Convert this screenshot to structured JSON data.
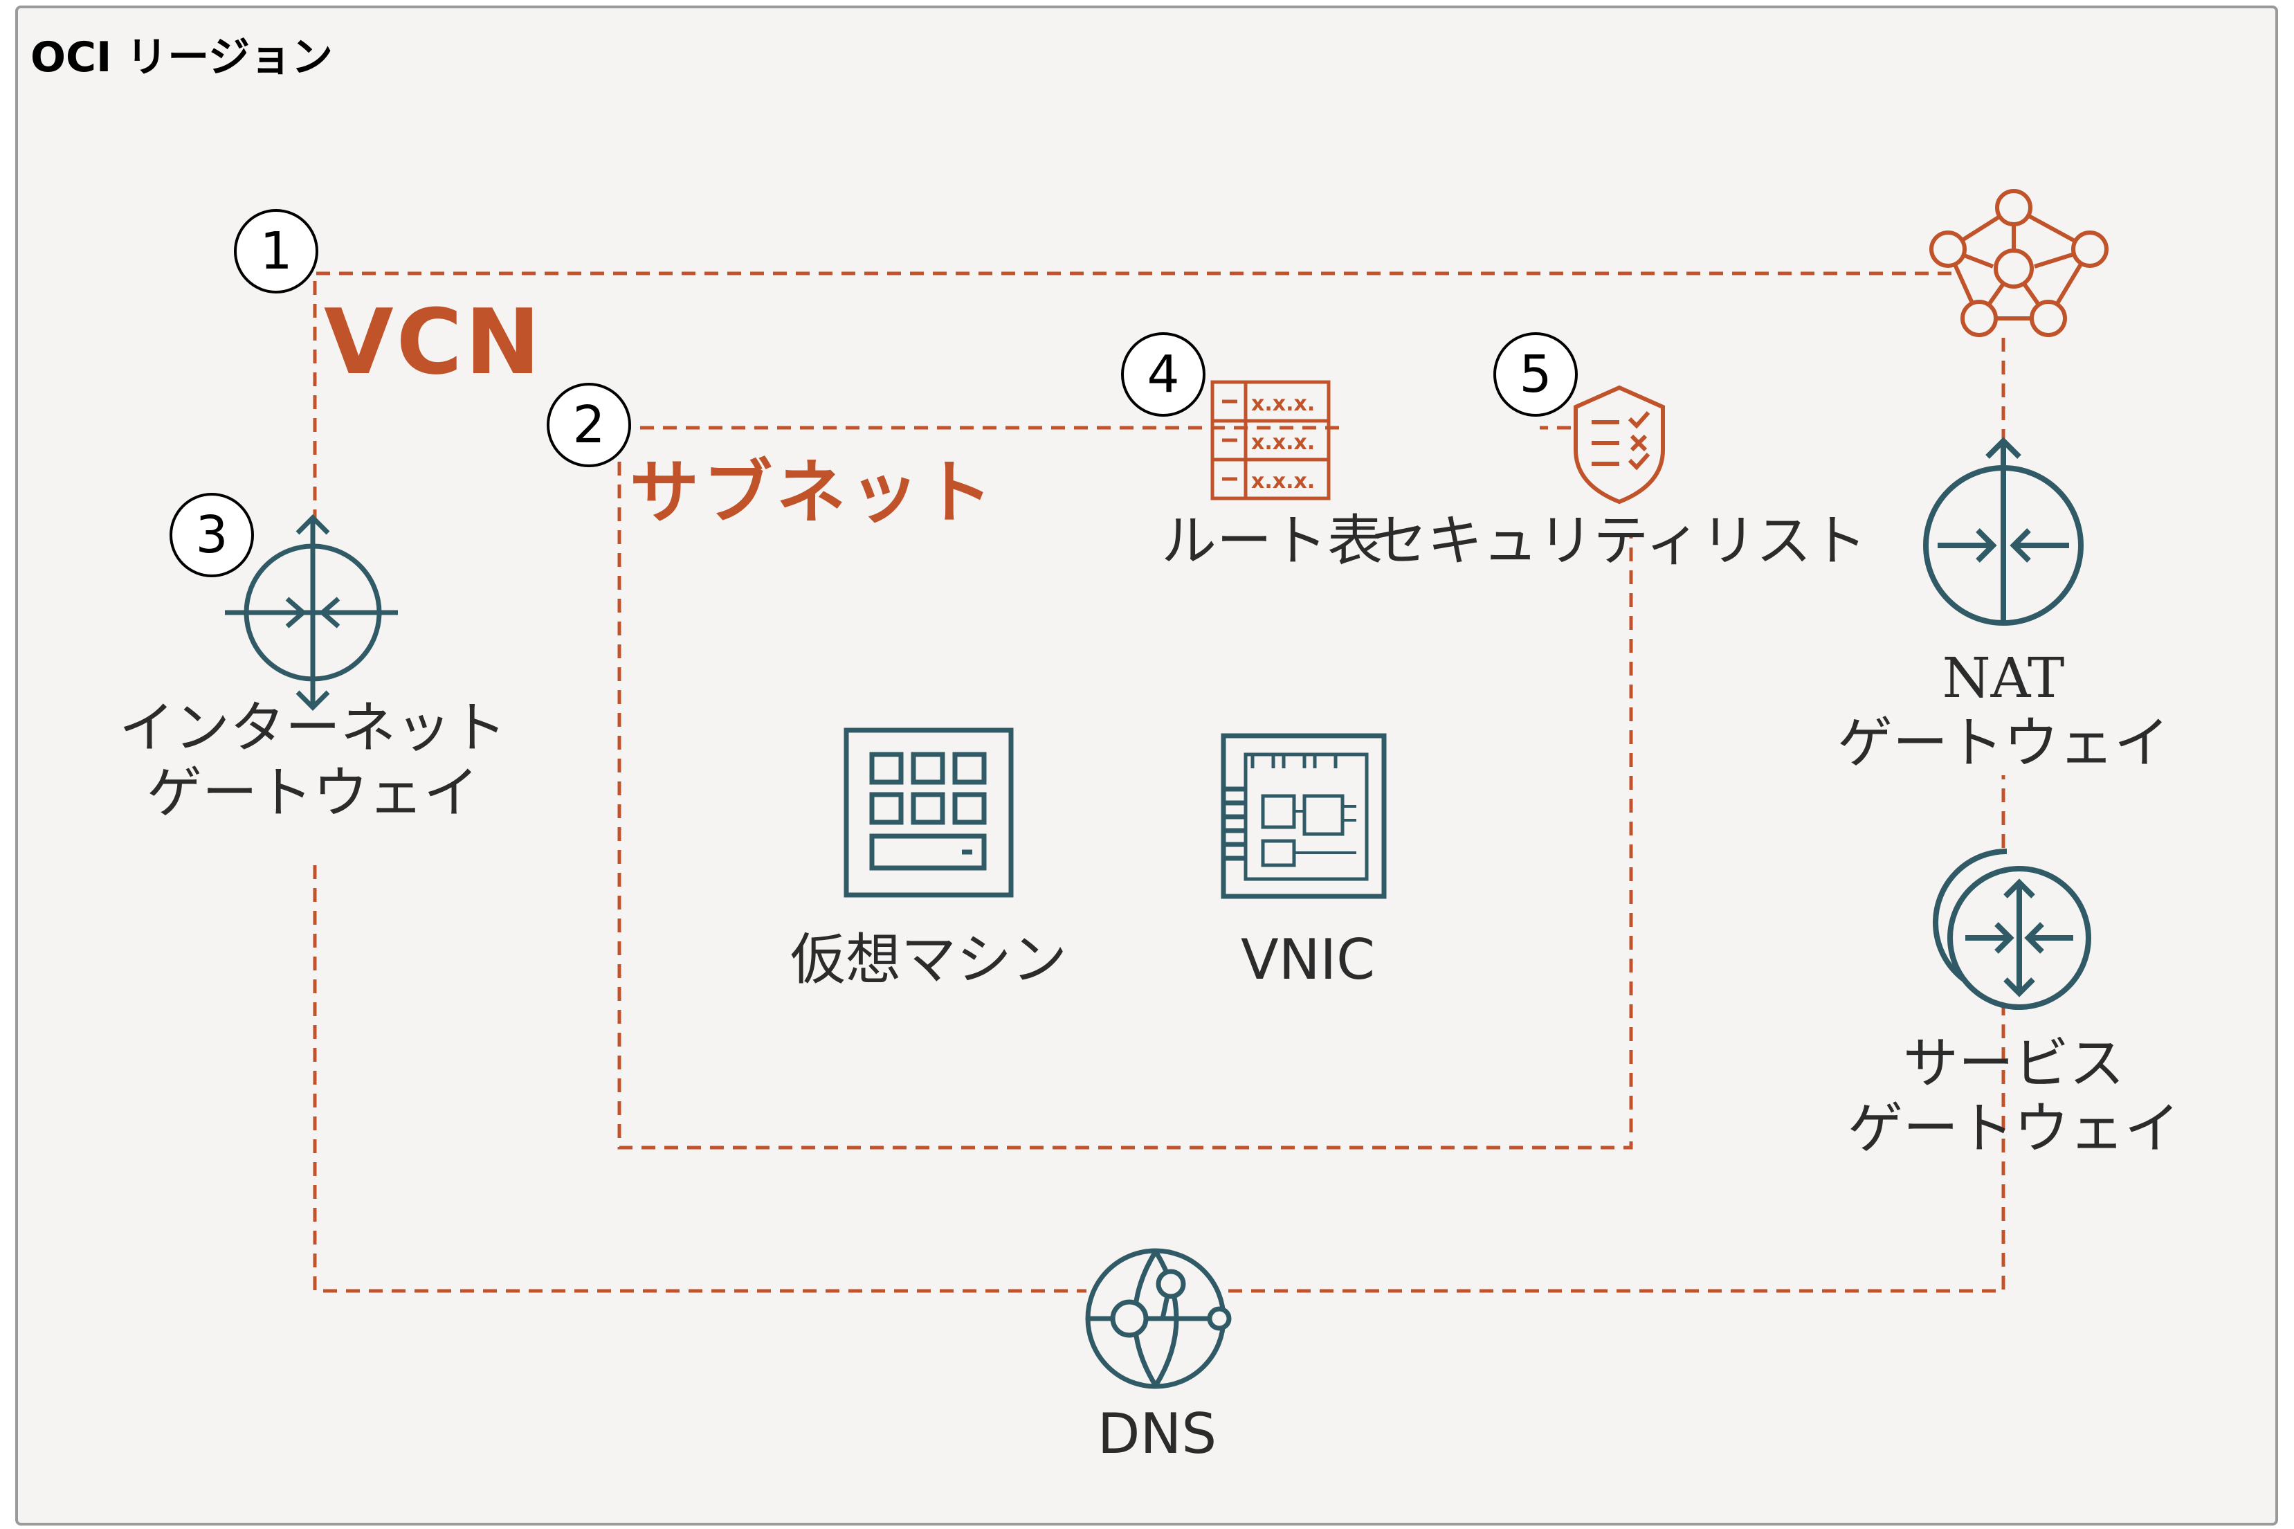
{
  "region": {
    "title": "OCI リージョン"
  },
  "vcn": {
    "label": "VCN"
  },
  "subnet": {
    "label": "サブネット"
  },
  "components": {
    "route_table": {
      "label": "ルート表",
      "number": "4",
      "cell_text": "x.x.x."
    },
    "security_list": {
      "label": "セキュリティリスト",
      "number": "5"
    },
    "internet_gateway": {
      "label_line1": "インターネット",
      "label_line2": "ゲートウェイ",
      "number": "3"
    },
    "nat_gateway": {
      "label_line1": "NAT",
      "label_line2": "ゲートウェイ"
    },
    "service_gateway": {
      "label_line1": "サービス",
      "label_line2": "ゲートウェイ"
    },
    "virtual_machine": {
      "label": "仮想マシン"
    },
    "vnic": {
      "label": "VNIC"
    },
    "dns": {
      "label": "DNS"
    }
  },
  "markers": {
    "vcn": "1",
    "subnet": "2"
  },
  "colors": {
    "accent_orange": "#c0532a",
    "teal": "#2f5a66",
    "background": "#f5f4f2",
    "border": "#9a9a9a"
  },
  "icons": [
    "vcn-network-icon",
    "route-table-icon",
    "security-shield-icon",
    "internet-gateway-icon",
    "nat-gateway-icon",
    "service-gateway-icon",
    "virtual-machine-icon",
    "vnic-card-icon",
    "dns-globe-icon"
  ]
}
